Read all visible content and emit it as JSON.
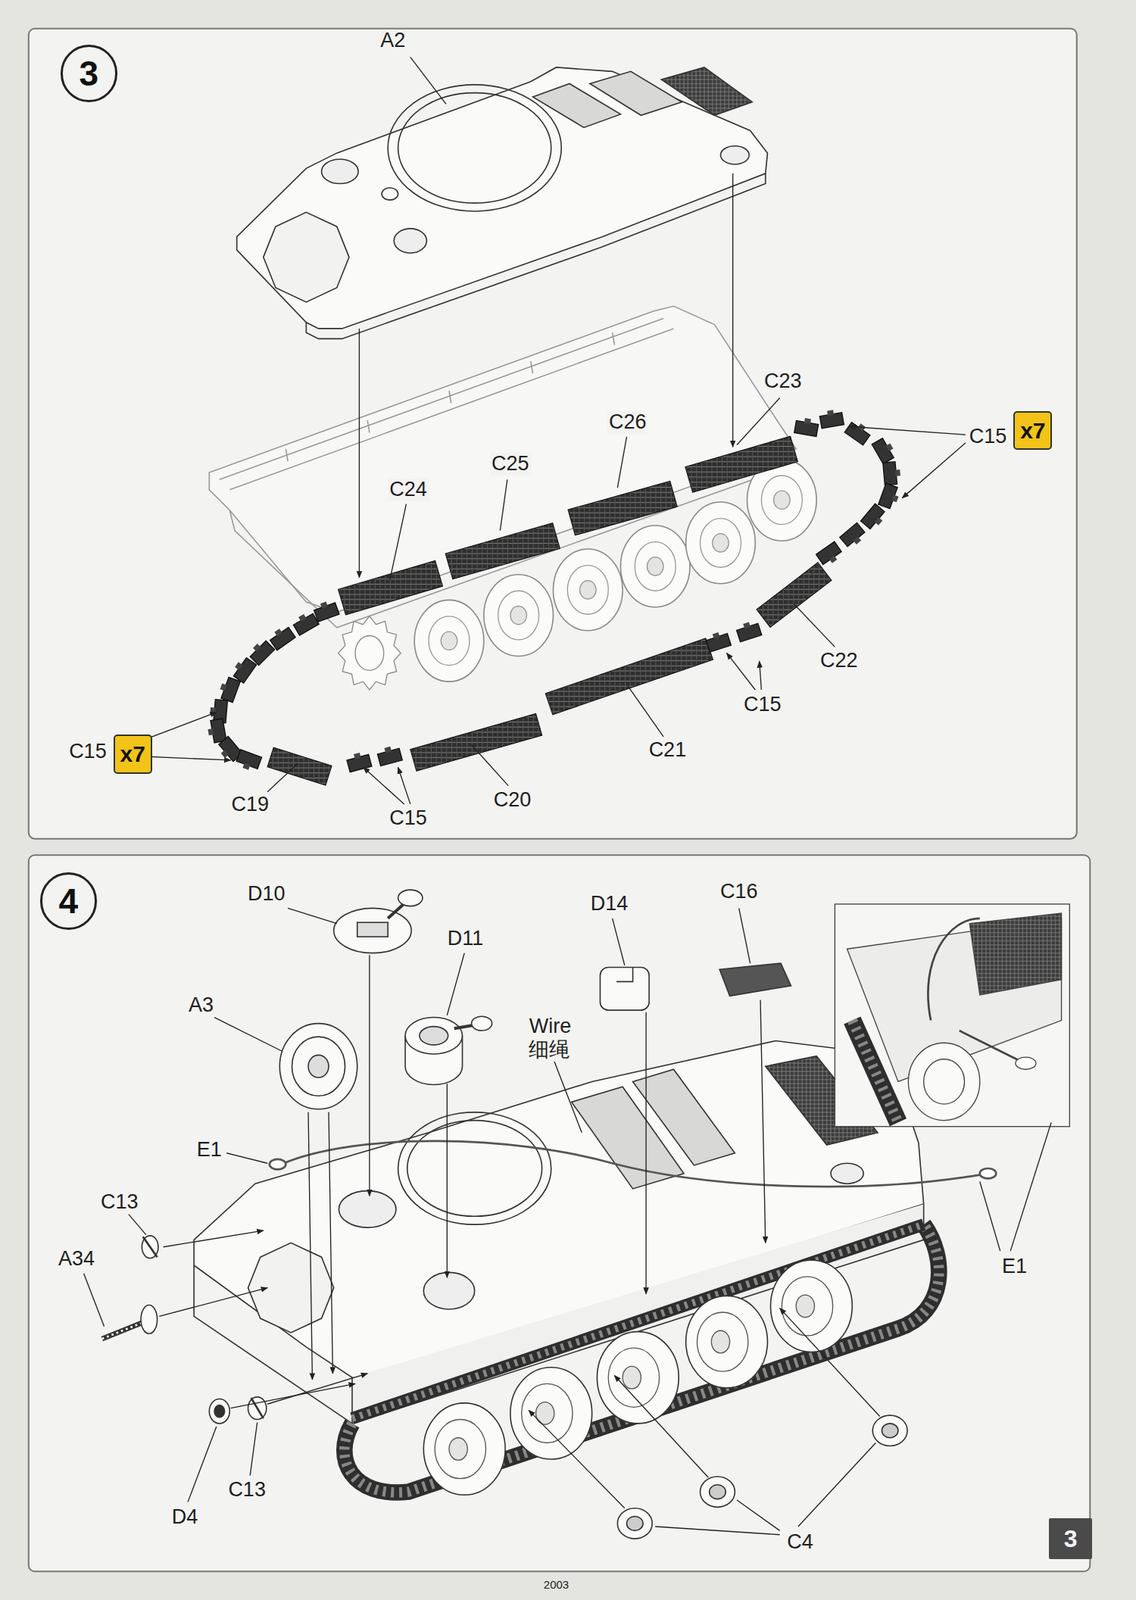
{
  "diagram": {
    "nodes": [
      {
        "text": [
          "3"
        ]
      },
      {
        "text": [
          "x7"
        ]
      },
      {
        "text": [
          "x7"
        ]
      },
      {
        "text": [
          "4"
        ]
      },
      {
        "text": [
          "3"
        ]
      }
    ],
    "labels": [
      "A2",
      "C23",
      "C26",
      "C25",
      "C24",
      "C15",
      "C22",
      "C15",
      "C21",
      "C20",
      "C15",
      "C19",
      "C15",
      "D10",
      "C16",
      "D14",
      "D11",
      "A3",
      "Wire",
      "细绳",
      "E1",
      "C13",
      "A34",
      "E1",
      "C13",
      "D4",
      "C4",
      "2003"
    ]
  }
}
